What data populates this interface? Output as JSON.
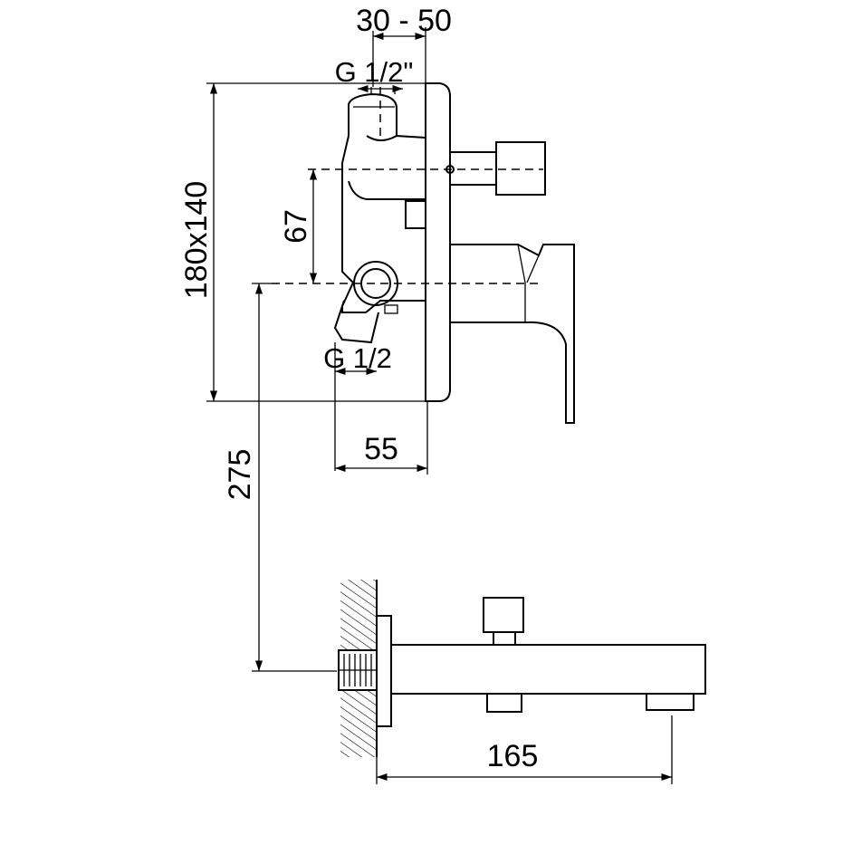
{
  "dimensions": {
    "eccentric_range": "30 - 50",
    "inlet_thread_top": "G 1/2\"",
    "plate_size": "180x140",
    "inlet_spacing": "67",
    "outlet_thread_bottom": "G 1/2",
    "wall_depth": "55",
    "spout_height": "275",
    "spout_length": "165"
  },
  "colors": {
    "line": "#000000",
    "background": "#ffffff"
  }
}
